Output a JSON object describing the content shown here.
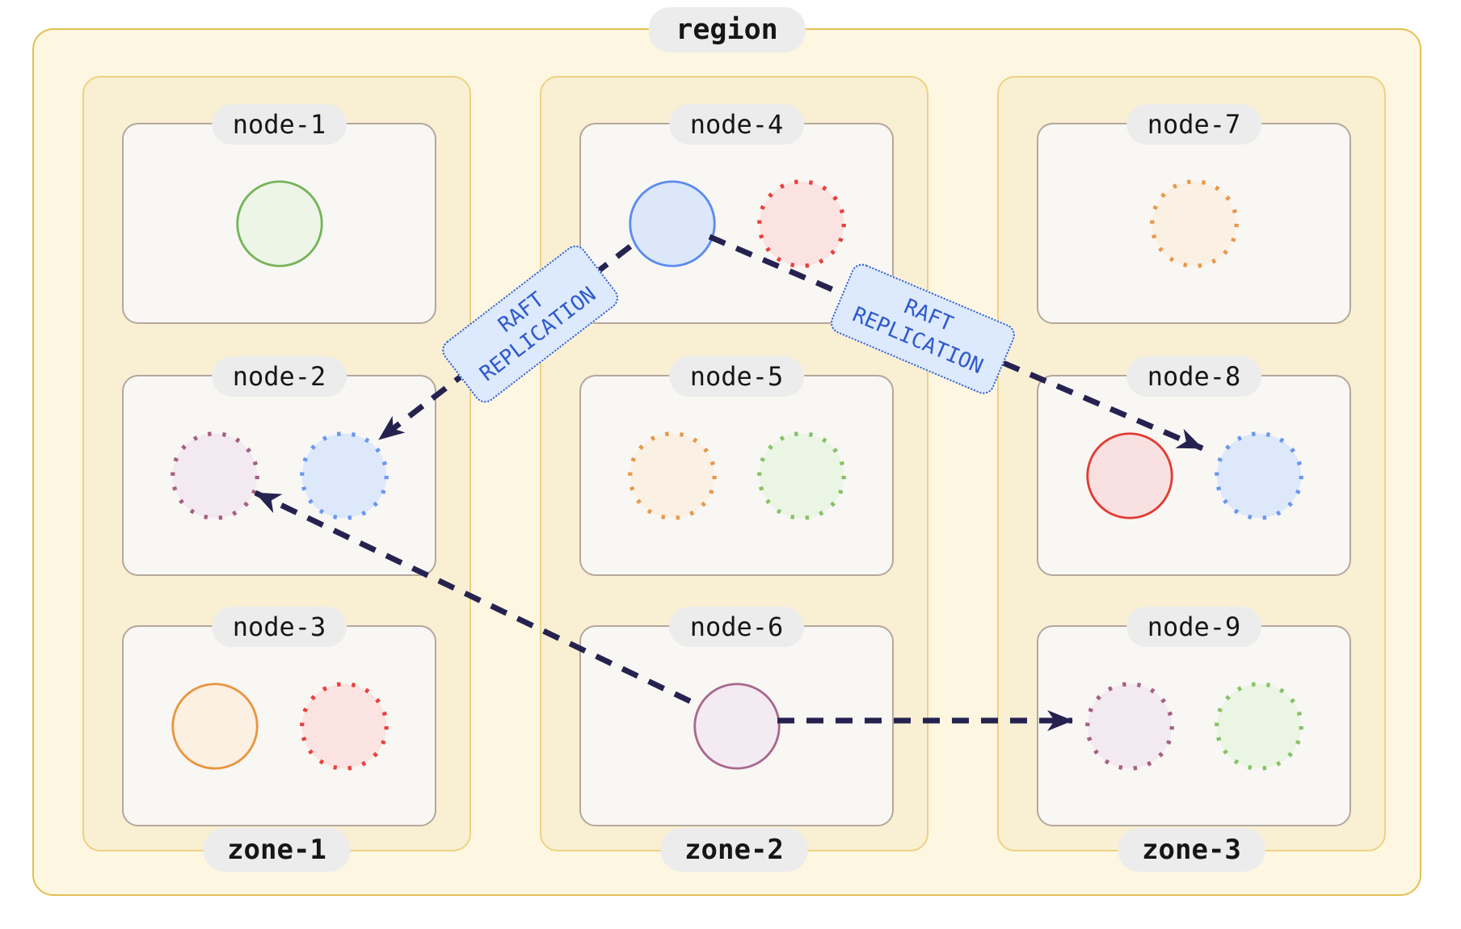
{
  "region": {
    "label": "region"
  },
  "zones": [
    {
      "label": "zone-1",
      "nodes": [
        {
          "label": "node-1",
          "replicas": [
            {
              "color": "green",
              "style": "solid",
              "class": "circle green solid"
            }
          ]
        },
        {
          "label": "node-2",
          "replicas": [
            {
              "color": "purple",
              "style": "dotted",
              "class": "circle purple dotted"
            },
            {
              "color": "blue",
              "style": "dotted",
              "class": "circle blue dotted"
            }
          ]
        },
        {
          "label": "node-3",
          "replicas": [
            {
              "color": "orange",
              "style": "solid",
              "class": "circle orange solid"
            },
            {
              "color": "red",
              "style": "dotted",
              "class": "circle red dotted"
            }
          ]
        }
      ]
    },
    {
      "label": "zone-2",
      "nodes": [
        {
          "label": "node-4",
          "replicas": [
            {
              "color": "blue",
              "style": "solid",
              "class": "circle blue solid"
            },
            {
              "color": "red",
              "style": "dotted",
              "class": "circle red dotted"
            }
          ]
        },
        {
          "label": "node-5",
          "replicas": [
            {
              "color": "orange",
              "style": "dotted",
              "class": "circle orange dotted"
            },
            {
              "color": "green",
              "style": "dotted",
              "class": "circle green dotted"
            }
          ]
        },
        {
          "label": "node-6",
          "replicas": [
            {
              "color": "purple",
              "style": "solid",
              "class": "circle purple solid"
            }
          ]
        }
      ]
    },
    {
      "label": "zone-3",
      "nodes": [
        {
          "label": "node-7",
          "replicas": [
            {
              "color": "orange",
              "style": "dotted",
              "class": "circle orange dotted"
            }
          ]
        },
        {
          "label": "node-8",
          "replicas": [
            {
              "color": "red",
              "style": "solid",
              "class": "circle red solid"
            },
            {
              "color": "blue",
              "style": "dotted",
              "class": "circle blue dotted"
            }
          ]
        },
        {
          "label": "node-9",
          "replicas": [
            {
              "color": "purple",
              "style": "dotted",
              "class": "circle purple dotted"
            },
            {
              "color": "green",
              "style": "dotted",
              "class": "circle green dotted"
            }
          ]
        }
      ]
    }
  ],
  "replication": {
    "labels": [
      {
        "text": "RAFT REPLICATION"
      },
      {
        "text": "RAFT REPLICATION"
      }
    ],
    "arrows": [
      {
        "from": "node-4 blue replica",
        "to": "node-2 blue replica"
      },
      {
        "from": "node-4 blue replica",
        "to": "node-8 blue replica"
      },
      {
        "from": "node-6 purple replica",
        "to": "node-2 purple replica"
      },
      {
        "from": "node-6 purple replica",
        "to": "node-9 purple replica"
      }
    ]
  },
  "palette": {
    "region_border": "#e3c052",
    "region_fill": "#fdf6e1",
    "zone_border": "#edd282",
    "zone_fill": "#f9efd3",
    "node_border": "#b5a79c",
    "node_fill": "#f8f7f4",
    "pill_bg": "#ececec",
    "arrow": "#262250",
    "raft_blue": "#2e5ccc",
    "raft_bg": "#dde9fc"
  }
}
